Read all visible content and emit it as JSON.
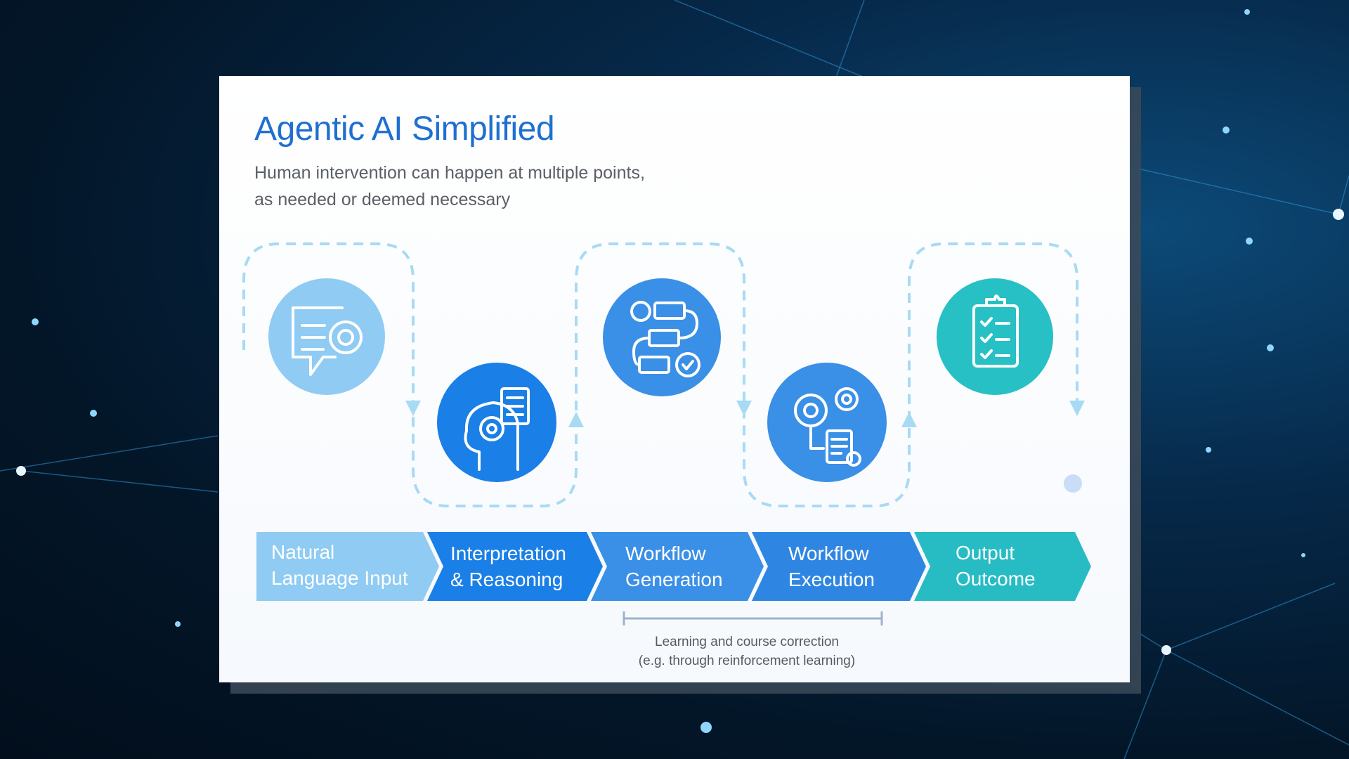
{
  "title": "Agentic AI Simplified",
  "subtitle": [
    "Human intervention can happen at multiple points,",
    "as needed or deemed necessary"
  ],
  "steps": [
    {
      "line1": "Natural",
      "line2": "Language Input",
      "icon": "chat-gear-icon",
      "color": "#8fcbf3"
    },
    {
      "line1": "Interpretation",
      "line2": "& Reasoning",
      "icon": "head-gear-document-icon",
      "color": "#1a7fe6"
    },
    {
      "line1": "Workflow",
      "line2": "Generation",
      "icon": "workflow-steps-icon",
      "color": "#3a8fe6"
    },
    {
      "line1": "Workflow",
      "line2": "Execution",
      "icon": "gears-document-icon",
      "color": "#2f86e2"
    },
    {
      "line1": "Output",
      "line2": "Outcome",
      "icon": "clipboard-checklist-icon",
      "color": "#27bcc4"
    }
  ],
  "note": [
    "Learning and course correction",
    "(e.g. through reinforcement learning)"
  ],
  "colors": {
    "title": "#1f6fd0",
    "dash": "#a8daf4",
    "background": "#031628"
  }
}
